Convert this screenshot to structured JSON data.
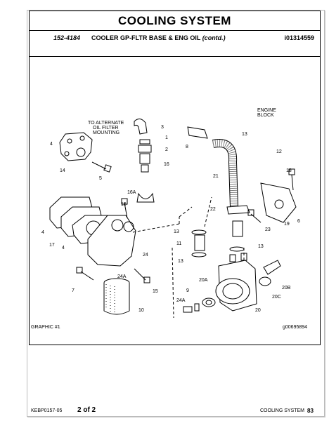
{
  "header": {
    "title": "COOLING SYSTEM",
    "part_number": "152-4184",
    "part_description": "COOLER GP-FLTR BASE & ENG OIL",
    "contd": "(contd.)",
    "illustration_id": "i01314559"
  },
  "diagram": {
    "notes": {
      "alt_mount": [
        "TO ALTERNATE",
        "OIL FILTER",
        "MOUNTING"
      ],
      "engine_block": [
        "ENGINE",
        "BLOCK"
      ]
    },
    "callouts": {
      "c3": "3",
      "c1": "1",
      "c2": "2",
      "c16": "16",
      "c4a": "4",
      "c14": "14",
      "c5": "5",
      "c16A": "16A",
      "c15a": "15",
      "c4b": "4",
      "c17": "17",
      "c4c": "4",
      "c24": "24",
      "c24A": "24A",
      "c7": "7",
      "c15b": "15",
      "c10": "10",
      "c8": "8",
      "c13a": "13",
      "c12": "12",
      "c21": "21",
      "c18": "18",
      "c19": "19",
      "c6": "6",
      "c22": "22",
      "c23": "23",
      "c13b": "13",
      "c11": "11",
      "c13c": "13",
      "c13d": "13",
      "c20A": "20A",
      "c9": "9",
      "c24A2": "24A",
      "c20": "20",
      "c20B": "20B",
      "c20C": "20C"
    },
    "graphic_label": "GRAPHIC #1",
    "graphic_id": "g00695894"
  },
  "footer": {
    "doc_code": "KEBP0157-05",
    "page_of": "2 of 2",
    "section": "COOLING SYSTEM",
    "page_number": "83"
  }
}
